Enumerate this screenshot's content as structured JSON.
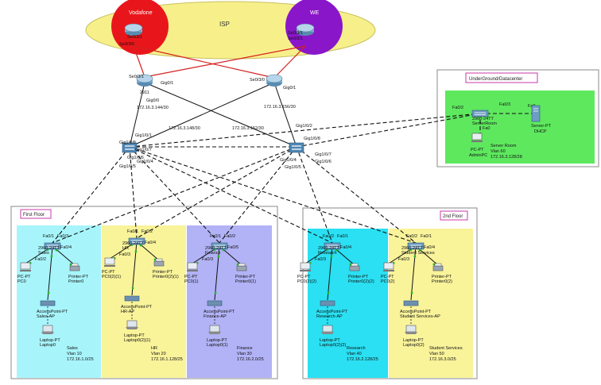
{
  "isp": {
    "label": "ISP",
    "color": "#f7f08a",
    "vodafone": {
      "name": "Vodafone",
      "color": "#e8161b",
      "router_label": "Se0/3/1",
      "port_label": "Se0/3/0"
    },
    "we": {
      "name": "WE",
      "color": "#8a16c9",
      "router_label": "Se0/3/1",
      "port_label": "Se0/3/1"
    }
  },
  "core_routers": [
    {
      "id": "r1",
      "name": "2911",
      "ports": [
        "Se0/3/1",
        "Gig0/1",
        "Gig0/0"
      ],
      "subnet": "172.16.3.144/30"
    },
    {
      "id": "r2",
      "name": "",
      "ports": [
        "Se0/3/0",
        "Gig0/1"
      ],
      "subnet": "172.16.3.156/30"
    }
  ],
  "links": {
    "left": "172.16.3.148/30",
    "right": "172.16.3.152/30"
  },
  "distribution": [
    {
      "id": "ds1",
      "ports": [
        "Gig1/0/1",
        "Gig1/0/8",
        "Gig1/0/7",
        "Gig1/0/4",
        "Gig1/0/6",
        "Gig1/0/5"
      ]
    },
    {
      "id": "ds2",
      "ports": [
        "Gig1/0/2",
        "Gig1/0/8",
        "Gig1/0/4",
        "Gig1/0/7",
        "Gig1/0/5",
        "Gig1/0/6"
      ]
    }
  ],
  "datacenter": {
    "title": "UnderGround/Datacenter",
    "switch": "2960-24TT",
    "switch_name": "ServerRoom",
    "ports": [
      "Fa0/2",
      "Fa0/3",
      "Fa0",
      "Fa0"
    ],
    "server": {
      "type": "Server-PT",
      "name": "DHCP"
    },
    "pc": {
      "type": "PC-PT",
      "name": "AdminPC"
    },
    "info": [
      "Server Room",
      "Vlan 60",
      "172.16.3.128/28"
    ],
    "color": "#5ee85e"
  },
  "floors": [
    {
      "title": "First Floor"
    },
    {
      "title": "2nd Floor"
    }
  ],
  "departments": [
    {
      "id": "sales",
      "color": "#a7f5fb",
      "switch": "2960-24TT",
      "switch_name": "Sales",
      "ports": [
        "Fa0/1",
        "Fa0/3",
        "Fa0/2",
        "Fa0/4"
      ],
      "pc": [
        "PC-PT",
        "PC0"
      ],
      "printer": [
        "Printer-PT",
        "Printer0"
      ],
      "ap": [
        "AccessPoint-PT",
        "Sales-AP"
      ],
      "laptop": [
        "Laptop-PT",
        "Laptop0"
      ],
      "info": [
        "Sales",
        "Vlan 10",
        "172.16.1.0/25"
      ]
    },
    {
      "id": "hr",
      "color": "#f9f39a",
      "switch": "2960-24TT",
      "switch_name": "HR",
      "ports": [
        "Fa0/1",
        "Fa0/2",
        "Fa0/3",
        "Fa0/4"
      ],
      "pc": [
        "PC-PT",
        "PC0(2)(1)"
      ],
      "printer": [
        "Printer-PT",
        "Printer0(2)(1)"
      ],
      "ap": [
        "AccessPoint-PT",
        "HR-AP"
      ],
      "laptop": [
        "Laptop-PT",
        "Laptop0(2)(1)"
      ],
      "info": [
        "HR",
        "Vlan 20",
        "172.16.1.128/25"
      ]
    },
    {
      "id": "finance",
      "color": "#b2b2f6",
      "switch": "2960-24TT",
      "switch_name": "Finance",
      "ports": [
        "Fa0/1",
        "Fa0/2",
        "Fa0/3",
        "Fa0/5"
      ],
      "pc": [
        "PC-PT",
        "PC0(1)"
      ],
      "printer": [
        "Printer-PT",
        "Printer0(1)"
      ],
      "ap": [
        "AccessPoint-PT",
        "Finance-AP"
      ],
      "laptop": [
        "Laptop-PT",
        "Laptop0(1)"
      ],
      "info": [
        "Finance",
        "Vlan 30",
        "172.16.2.0/25"
      ]
    },
    {
      "id": "research",
      "color": "#2ae0f2",
      "switch": "2960-24TT",
      "switch_name": "Research",
      "ports": [
        "Fa0/2",
        "Fa0/1",
        "Fa0/3",
        "Fa0/4"
      ],
      "pc": [
        "PC-PT",
        "PC0(2)(2)"
      ],
      "printer": [
        "Printer-PT",
        "Printer0(2)(2)"
      ],
      "ap": [
        "AccessPoint-PT",
        "Research-AP"
      ],
      "laptop": [
        "Laptop-PT",
        "Laptop0(2)(2)"
      ],
      "info": [
        "Research",
        "Vlan 40",
        "172.16.2.128/25"
      ]
    },
    {
      "id": "student",
      "color": "#f9f39a",
      "switch": "2960-24TT",
      "switch_name": "Student Services",
      "ports": [
        "Fa0/2",
        "Fa0/1",
        "Fa0/3",
        "Fa0/4"
      ],
      "pc": [
        "PC-PT",
        "PC0(2)"
      ],
      "printer": [
        "Printer-PT",
        "Printer0(2)"
      ],
      "ap": [
        "AccessPoint-PT",
        "Student Services-AP"
      ],
      "laptop": [
        "Laptop-PT",
        "Laptop0(2)"
      ],
      "info": [
        "Student Services",
        "Vlan 50",
        "172.16.3.0/25"
      ]
    }
  ]
}
